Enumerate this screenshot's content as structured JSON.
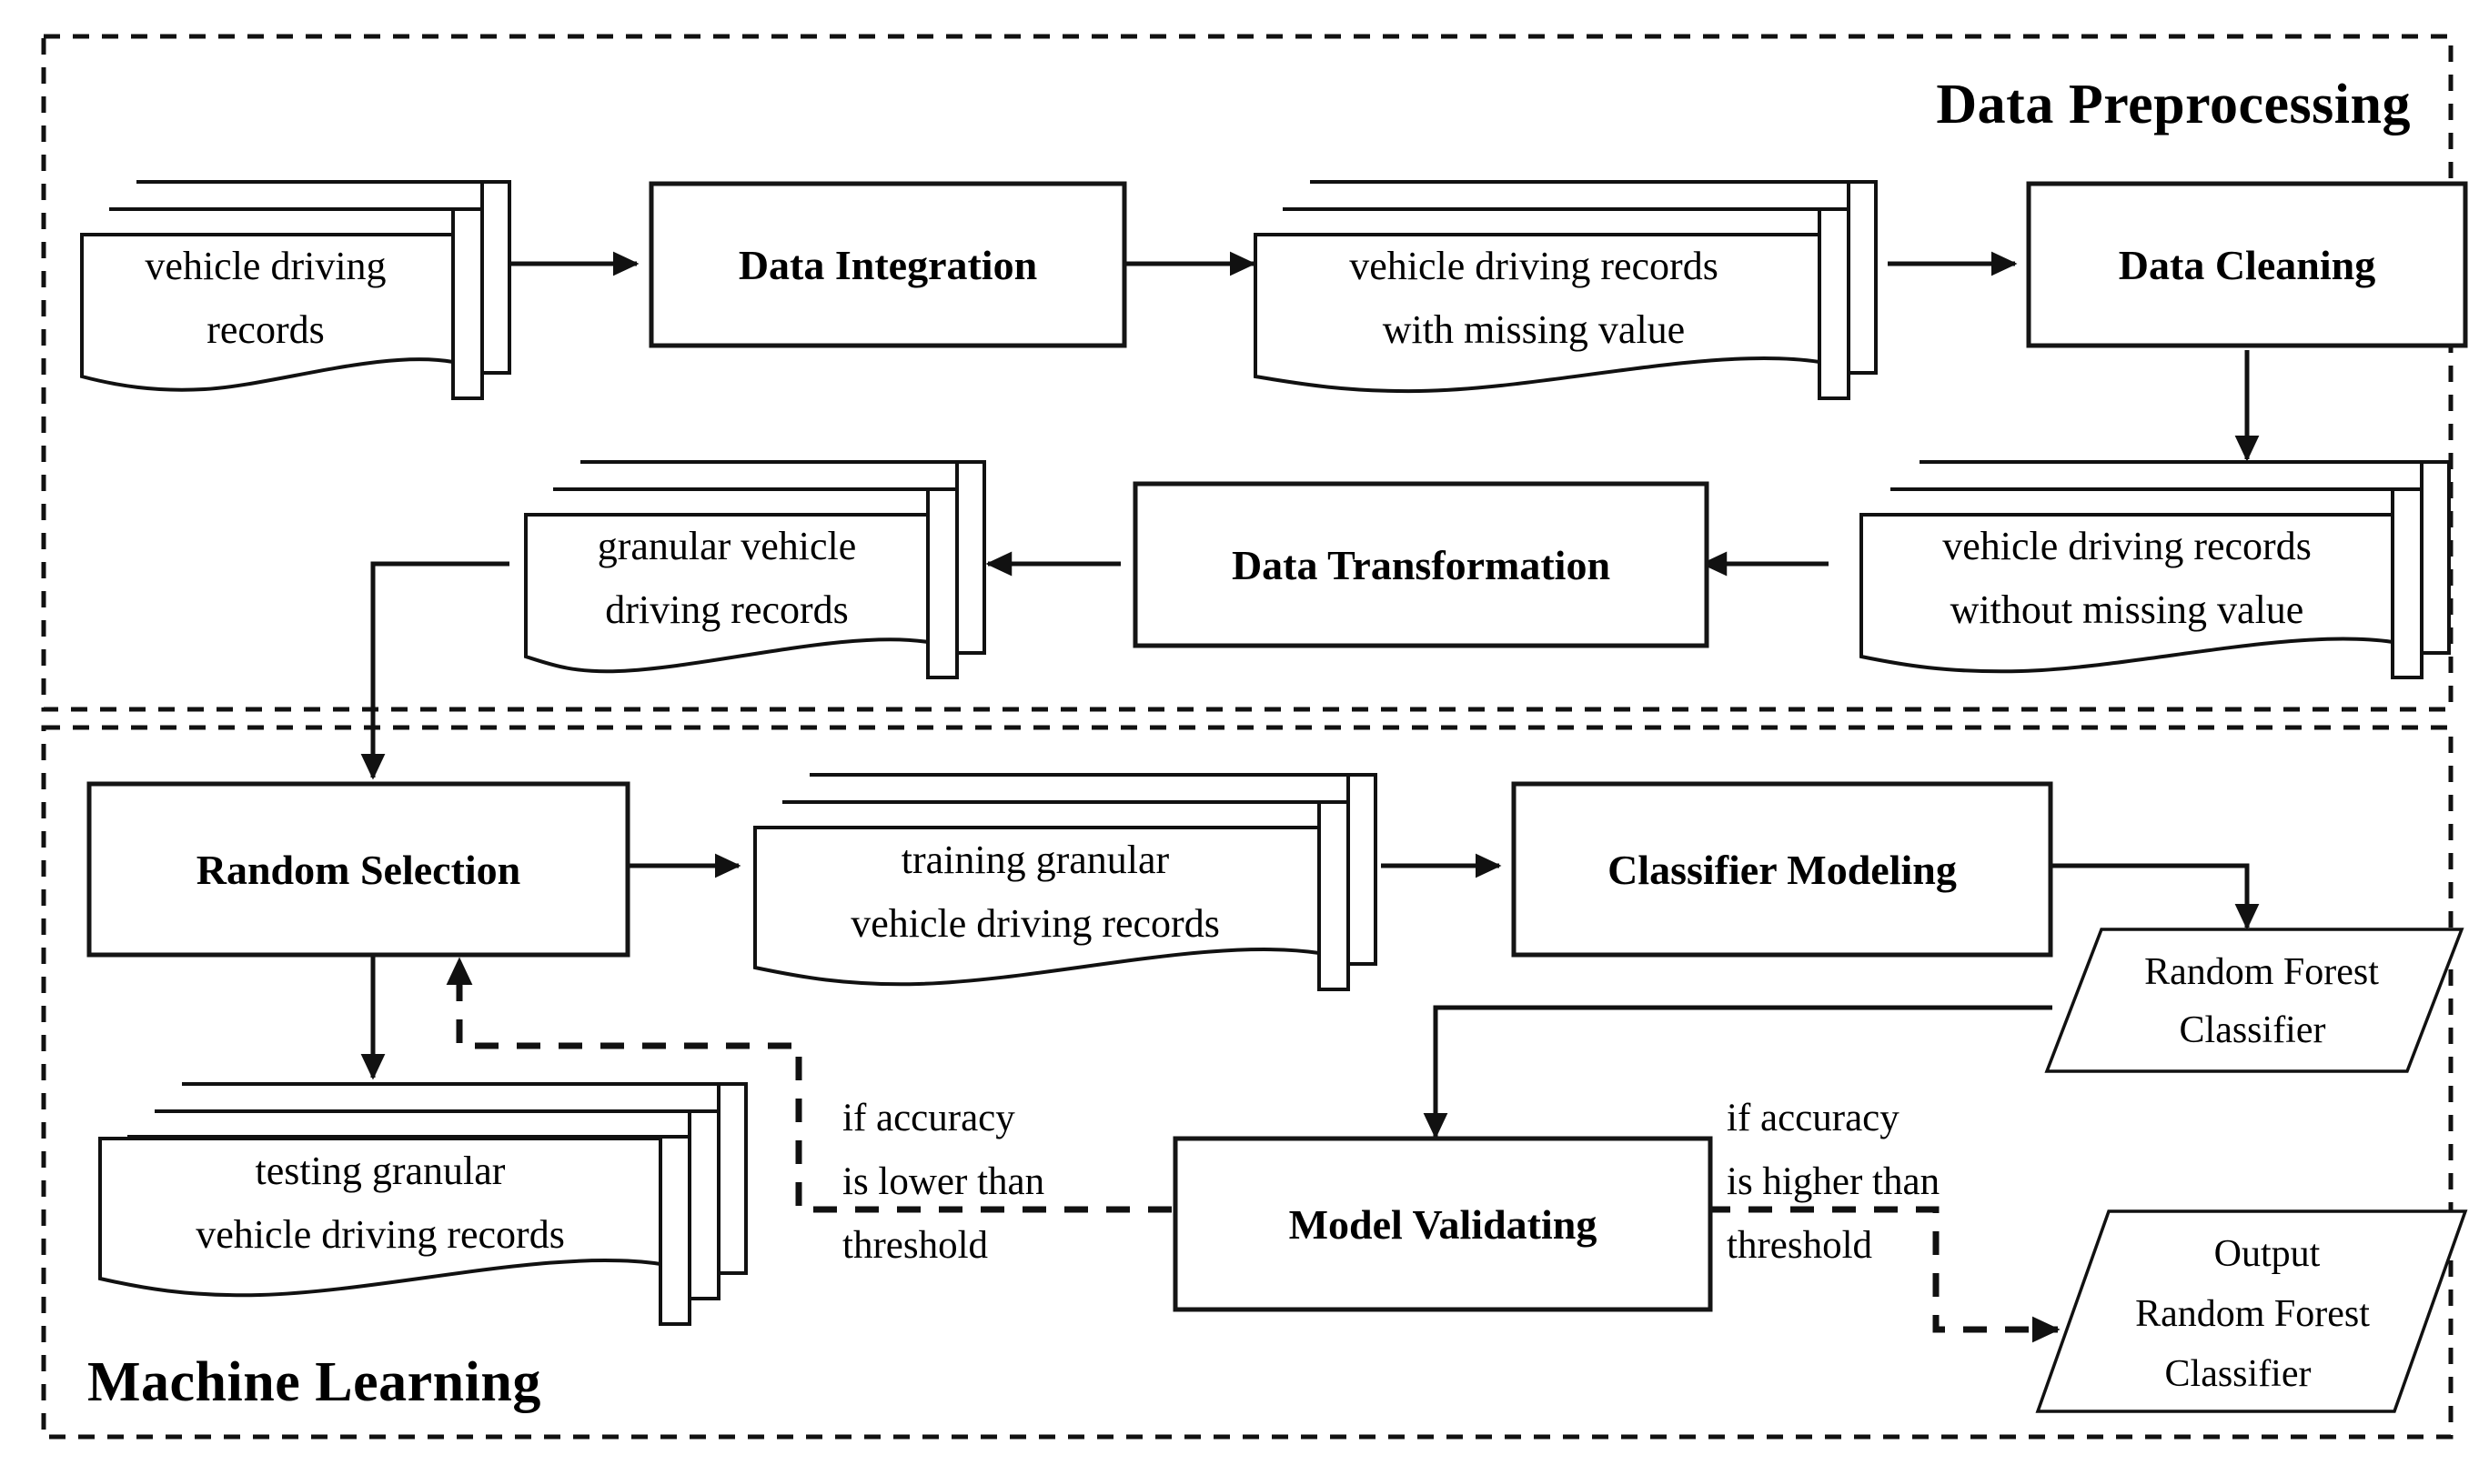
{
  "figure": {
    "type": "flowchart",
    "title": "Data Preprocessing and Machine Learning workflow",
    "background": "#ffffff",
    "line_color": "#111111",
    "text_color": "#000000"
  },
  "regions": [
    {
      "id": "data-preprocessing",
      "label": "Data Preprocessing",
      "label_position": "top-right",
      "border": "dashed"
    },
    {
      "id": "machine-learning",
      "label": "Machine Learning",
      "label_position": "bottom-left",
      "border": "dashed"
    }
  ],
  "nodes": {
    "vehicle_driving_records": {
      "shape": "document-stack",
      "layers": 3,
      "lines": [
        "vehicle driving",
        "records"
      ]
    },
    "data_integration": {
      "shape": "process",
      "label": "Data Integration"
    },
    "records_with_missing": {
      "shape": "document-stack",
      "layers": 3,
      "lines": [
        "vehicle driving records",
        "with missing value"
      ]
    },
    "data_cleaning": {
      "shape": "process",
      "label": "Data Cleaning"
    },
    "records_without_missing": {
      "shape": "document-stack",
      "layers": 3,
      "lines": [
        "vehicle driving records",
        "without missing value"
      ]
    },
    "data_transformation": {
      "shape": "process",
      "label": "Data Transformation"
    },
    "granular_records": {
      "shape": "document-stack",
      "layers": 3,
      "lines": [
        "granular vehicle",
        "driving records"
      ]
    },
    "random_selection": {
      "shape": "process",
      "label": "Random Selection"
    },
    "training_records": {
      "shape": "document-stack",
      "layers": 3,
      "lines": [
        "training granular",
        "vehicle driving records"
      ]
    },
    "classifier_modeling": {
      "shape": "process",
      "label": "Classifier Modeling"
    },
    "random_forest_classifier": {
      "shape": "parallelogram",
      "lines": [
        "Random Forest",
        "Classifier"
      ]
    },
    "testing_records": {
      "shape": "document-stack",
      "layers": 4,
      "lines": [
        "testing granular",
        "vehicle driving records"
      ]
    },
    "model_validating": {
      "shape": "process",
      "label": "Model Validating"
    },
    "output_random_forest_classifier": {
      "shape": "parallelogram",
      "lines": [
        "Output",
        "Random Forest",
        "Classifier"
      ]
    }
  },
  "edge_labels": {
    "lower_than_threshold": {
      "lines": [
        "if accuracy",
        "is lower than",
        "threshold"
      ]
    },
    "higher_than_threshold": {
      "lines": [
        "if accuracy",
        "is higher than",
        "threshold"
      ]
    }
  },
  "edges": [
    {
      "from": "vehicle_driving_records",
      "to": "data_integration",
      "style": "solid",
      "arrow": true
    },
    {
      "from": "data_integration",
      "to": "records_with_missing",
      "style": "solid",
      "arrow": true
    },
    {
      "from": "records_with_missing",
      "to": "data_cleaning",
      "style": "solid",
      "arrow": true
    },
    {
      "from": "data_cleaning",
      "to": "records_without_missing",
      "style": "solid",
      "arrow": true
    },
    {
      "from": "records_without_missing",
      "to": "data_transformation",
      "style": "solid",
      "arrow": true
    },
    {
      "from": "data_transformation",
      "to": "granular_records",
      "style": "solid",
      "arrow": true
    },
    {
      "from": "granular_records",
      "to": "random_selection",
      "style": "solid",
      "arrow": true
    },
    {
      "from": "random_selection",
      "to": "training_records",
      "style": "solid",
      "arrow": true
    },
    {
      "from": "training_records",
      "to": "classifier_modeling",
      "style": "solid",
      "arrow": true
    },
    {
      "from": "classifier_modeling",
      "to": "random_forest_classifier",
      "style": "solid",
      "arrow": true
    },
    {
      "from": "random_selection",
      "to": "testing_records",
      "style": "solid",
      "arrow": true
    },
    {
      "from": "random_forest_classifier",
      "to": "model_validating",
      "style": "solid",
      "arrow": true
    },
    {
      "from": "model_validating",
      "to": "random_selection",
      "style": "dashed",
      "arrow": true,
      "label": "lower_than_threshold"
    },
    {
      "from": "model_validating",
      "to": "output_random_forest_classifier",
      "style": "dashed",
      "arrow": true,
      "label": "higher_than_threshold"
    }
  ]
}
